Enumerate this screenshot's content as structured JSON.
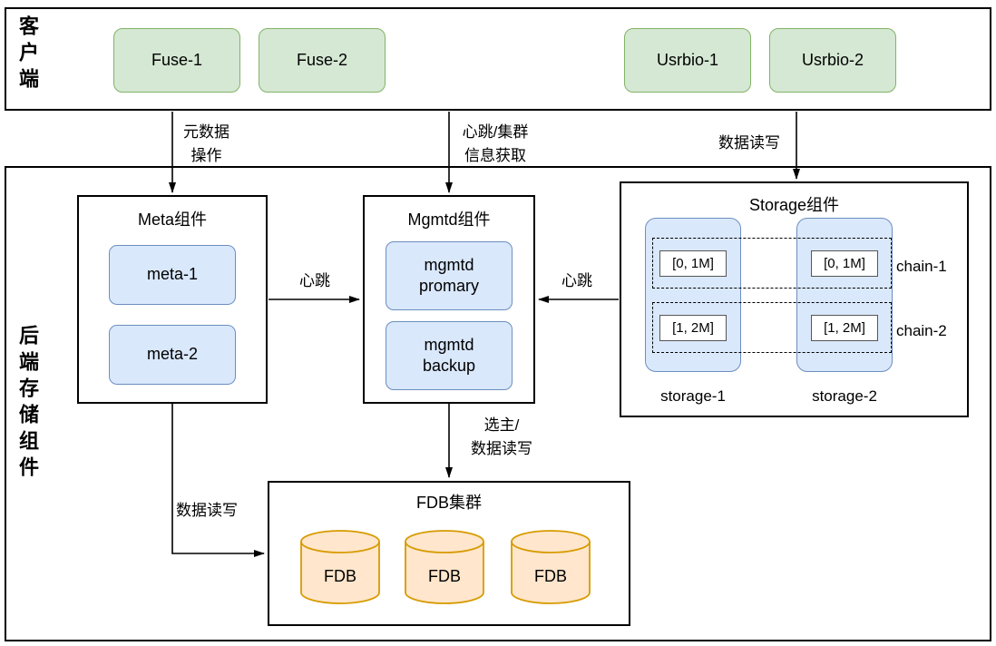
{
  "client": {
    "label": "客户端",
    "nodes": [
      "Fuse-1",
      "Fuse-2",
      "Usrbio-1",
      "Usrbio-2"
    ]
  },
  "backend": {
    "label": "后端存储组件",
    "meta": {
      "title": "Meta组件",
      "nodes": [
        "meta-1",
        "meta-2"
      ]
    },
    "mgmtd": {
      "title": "Mgmtd组件",
      "nodes": [
        "mgmtd\npromary",
        "mgmtd\nbackup"
      ]
    },
    "storage": {
      "title": "Storage组件",
      "servers": [
        {
          "label": "storage-1",
          "blocks": [
            "[0, 1M]",
            "[1, 2M]"
          ]
        },
        {
          "label": "storage-2",
          "blocks": [
            "[0, 1M]",
            "[1, 2M]"
          ]
        }
      ],
      "chains": [
        "chain-1",
        "chain-2"
      ]
    },
    "fdb": {
      "title": "FDB集群",
      "nodes": [
        "FDB",
        "FDB",
        "FDB"
      ]
    }
  },
  "edges": {
    "metadata_op": "元数据\n操作",
    "heartbeat_cluster": "心跳/集群\n信息获取",
    "data_rw_top": "数据读写",
    "heartbeat_left": "心跳",
    "heartbeat_right": "心跳",
    "leader_data_rw": "选主/\n数据读写",
    "data_rw_bottom": "数据读写"
  },
  "colors": {
    "green_fill": "#d5e8d4",
    "green_border": "#82b366",
    "blue_fill": "#dae8fc",
    "blue_border": "#6c8ebf",
    "orange_fill": "#ffe6cc",
    "orange_border": "#d79b00",
    "line": "#000000"
  }
}
